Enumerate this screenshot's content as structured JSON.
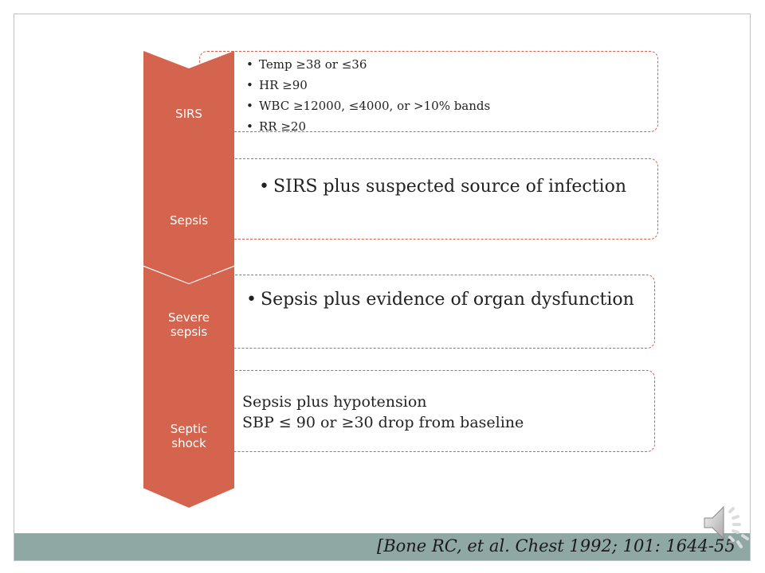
{
  "stages": [
    {
      "label": "SIRS",
      "bullets": [
        "Temp ≥38 or ≤36",
        "HR ≥90",
        "WBC ≥12000, ≤4000, or >10% bands",
        "RR ≥20"
      ]
    },
    {
      "label": "Sepsis",
      "bullets": [
        "SIRS plus suspected source of infection"
      ]
    },
    {
      "label_lines": [
        "Severe",
        "sepsis"
      ],
      "bullets": [
        "Sepsis plus evidence of organ dysfunction"
      ]
    },
    {
      "label_lines": [
        "Septic",
        "shock"
      ],
      "lines": [
        "Sepsis plus hypotension",
        "SBP ≤ 90 or ≥30 drop from baseline"
      ]
    }
  ],
  "citation": "[Bone RC, et al. Chest 1992; 101: 1644-55",
  "colors": {
    "chevron": "#d4644d",
    "box_border": "#d4604a",
    "footer_bar": "#8fa8a4"
  },
  "icons": {
    "audio": "speaker-icon"
  }
}
